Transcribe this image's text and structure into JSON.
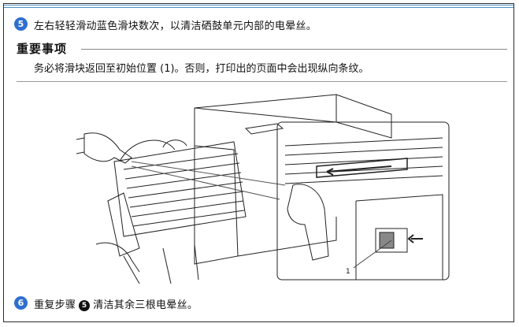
{
  "step5": {
    "number": "5",
    "text": "左右轻轻滑动蓝色滑块数次，以清洁硒鼓单元内部的电晕丝。"
  },
  "important": {
    "title": "重要事项",
    "body": "务必将滑块返回至初始位置 (1)。否则，打印出的页面中会出现纵向条纹。"
  },
  "illustration": {
    "callout_label": "1"
  },
  "step6": {
    "number": "6",
    "text_before": "重复步骤",
    "ref_number": "5",
    "text_after": "清洁其余三根电晕丝。"
  },
  "colors": {
    "accent_blue": "#2f6fd0",
    "rule_blue": "#4a90c8"
  }
}
